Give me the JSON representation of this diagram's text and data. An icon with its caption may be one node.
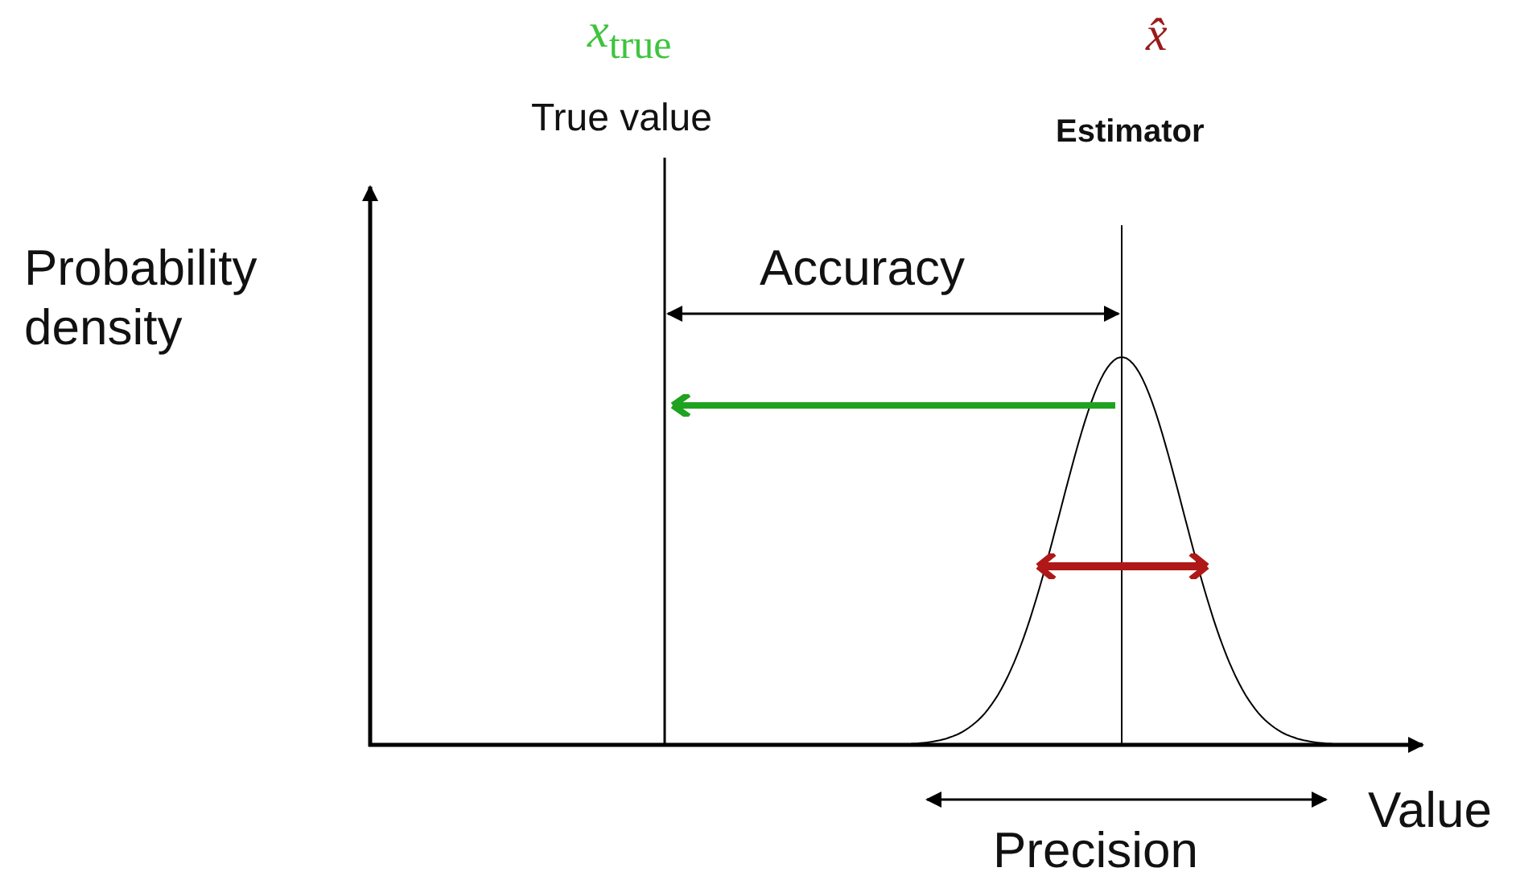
{
  "diagram": {
    "labels": [
      "*x*$_{true}$",
      "True value",
      "x̂",
      "Estimator",
      "Probability density",
      "Accuracy",
      "Value",
      "Precision"
    ]
  }
}
